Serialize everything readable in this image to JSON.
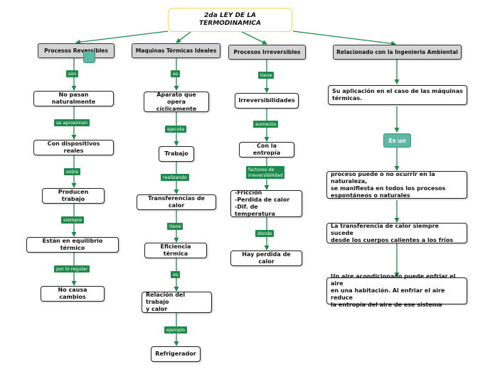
{
  "colors": {
    "arrow": "#1e8a4c",
    "label_bg": "#1e8a4c",
    "category_bg": "#d4d4d4",
    "title_border": "#e8df4a",
    "badge": "#5db9a3"
  },
  "title": "2da LEY DE LA\nTERMODINAMICA",
  "categories": {
    "reversibles": "Procesos Reversibles",
    "maquinas": "Maquinas Térmicas Ideales",
    "irreversibles": "Procesos Irreversibles",
    "ambiental": "Relacionado con la Ingenieria Ambiental"
  },
  "col1": {
    "n1": "No pasan naturalmente",
    "n2": "Con dispositivos reales",
    "n3": "Producen trabajo",
    "n4": "Están en equilibrio térmico",
    "n5": "No causa cambios",
    "l1": "son",
    "l2": "se aproximan",
    "l3": "estos",
    "l4": "siempre",
    "l5": "por lo regular"
  },
  "col2": {
    "n1": "Aparato que opera\ncíclicamente",
    "n2": "Trabajo",
    "n3": "Transferencias de calor",
    "n4": "Eficiencia térmica",
    "n5": "Relación del trabajo\ny calor",
    "n6": "Refrigerador",
    "l1": "es",
    "l2": "ejecuta",
    "l3": "realizando",
    "l4": "tiene",
    "l5": "es",
    "l6": "ejemplo"
  },
  "col3": {
    "n1": "Irreversibilidades",
    "n2": "Con la entropía",
    "n3": "-Fricción\n-Perdida de calor\n-Dif. de temperatura",
    "n4": "Hay perdida de calor",
    "l1": "tiene",
    "l2": "aumenta",
    "l3": "factores de\nirreversibilidad",
    "l4": "donde"
  },
  "col4": {
    "n1": "Su aplicación en el caso de las máquinas\ntérmicas.",
    "badge": "Es un",
    "n2": "proceso puede o no ocurrir en la naturaleza,\nse manifiesta en todos los procesos\nespontáneos o naturales",
    "n3": "La transferencia de calor siempre sucede\ndesde los cuerpos calientes a los fríos",
    "n4": "Un aire acondicionado puede enfriar el aire\nen una habitación. Al enfriar el aire reduce\nla entropía del aire de ese sistema"
  }
}
